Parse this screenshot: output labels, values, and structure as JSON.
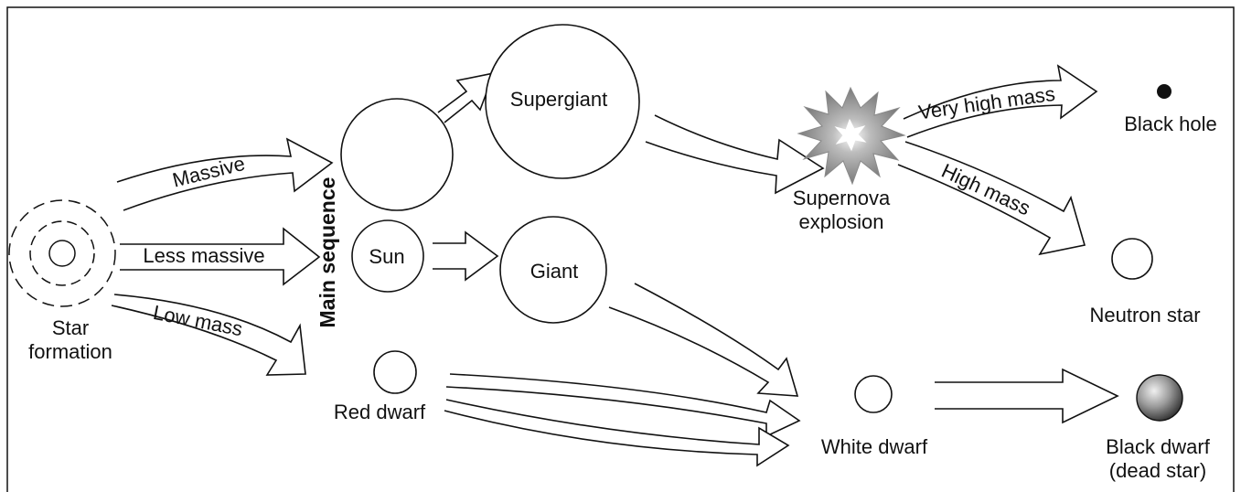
{
  "nodes": {
    "star_formation": [
      "Star",
      "formation"
    ],
    "main_sequence": "Main sequence",
    "sun": "Sun",
    "red_dwarf": "Red dwarf",
    "supergiant": "Supergiant",
    "giant": "Giant",
    "supernova": [
      "Supernova",
      "explosion"
    ],
    "black_hole": "Black hole",
    "neutron_star": "Neutron star",
    "white_dwarf": "White dwarf",
    "black_dwarf": [
      "Black dwarf",
      "(dead star)"
    ]
  },
  "edges": {
    "massive": "Massive",
    "less_massive": "Less massive",
    "low_mass": "Low mass",
    "very_high_mass": "Very high mass",
    "high_mass": "High mass"
  },
  "colors": {
    "ink": "#111111",
    "background": "#ffffff",
    "supernova_burst": "#9a9a9a",
    "black_dwarf_sphere": "#8c8c8c"
  }
}
